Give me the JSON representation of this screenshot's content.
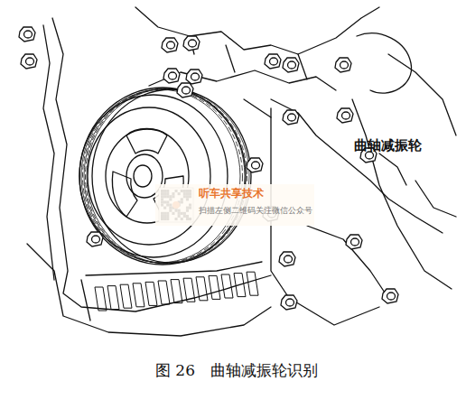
{
  "diagram": {
    "caption": "图 26　曲轴减振轮识别",
    "labels": [
      "曲轴减振轮",
      "听车共享技术",
      "扫描左侧二维码关注微信公众号"
    ]
  }
}
